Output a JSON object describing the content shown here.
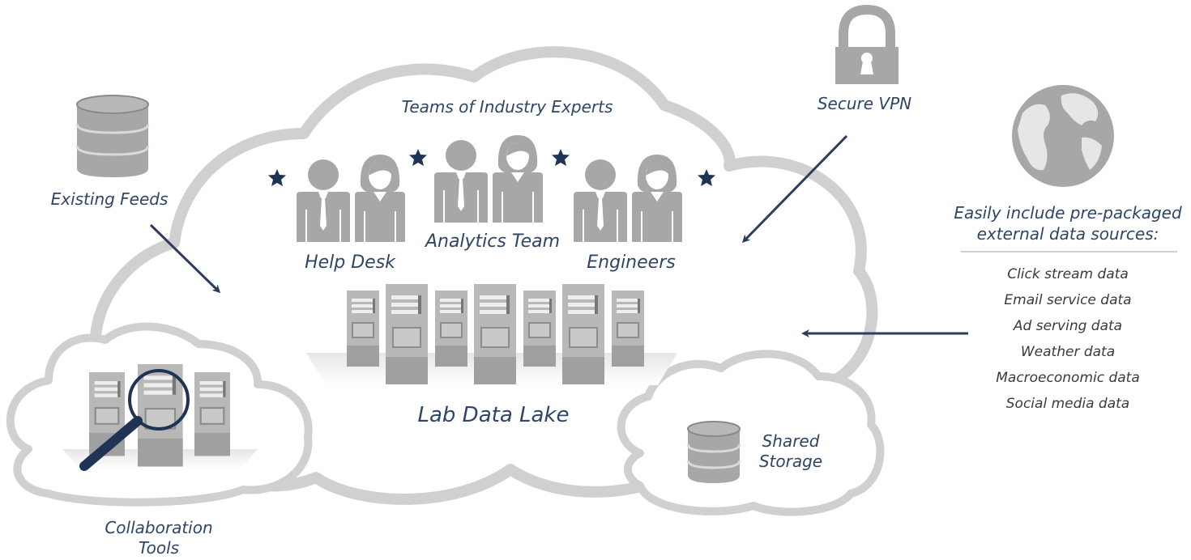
{
  "cloud": {
    "title": "Teams of Industry Experts",
    "data_lake_label": "Lab Data Lake"
  },
  "teams": [
    {
      "label": "Help Desk"
    },
    {
      "label": "Analytics Team"
    },
    {
      "label": "Engineers"
    }
  ],
  "existing_feeds": {
    "label": "Existing Feeds"
  },
  "secure_vpn": {
    "label": "Secure VPN"
  },
  "shared_storage": {
    "label_line1": "Shared",
    "label_line2": "Storage"
  },
  "collaboration": {
    "label_line1": "Collaboration",
    "label_line2": "Tools"
  },
  "external_sources": {
    "heading_line1": "Easily include pre-packaged",
    "heading_line2": "external data sources:",
    "items": [
      "Click stream data",
      "Email service data",
      "Ad serving data",
      "Weather data",
      "Macroeconomic data",
      "Social media data"
    ]
  },
  "colors": {
    "label": "#2f4566",
    "arrow": "#2c3e5c",
    "star": "#1f3355",
    "icon_gray": "#a7a7a7",
    "cloud_outline": "#d0d0d0"
  }
}
